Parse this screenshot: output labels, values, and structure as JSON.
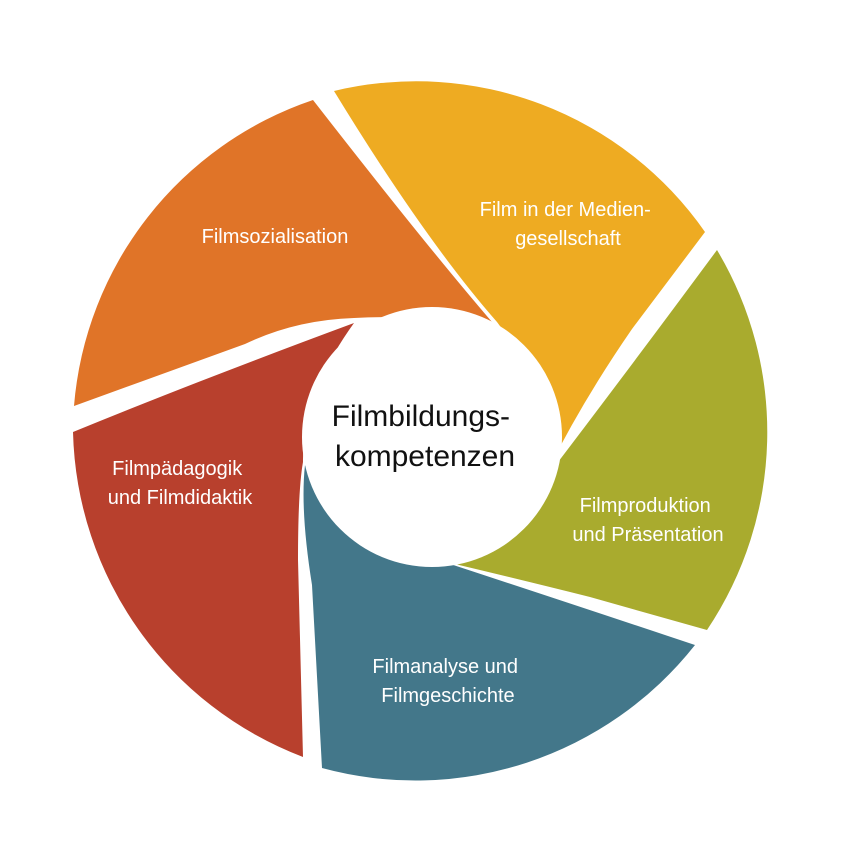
{
  "center": {
    "line1": "Filmbildungs-",
    "line2": "kompetenzen"
  },
  "segments": [
    {
      "color": "#E07428",
      "line1": "Filmsozialisation"
    },
    {
      "color": "#EEAB22",
      "line1": "Film in der Medien-",
      "line2": "gesellschaft"
    },
    {
      "color": "#A9AB2E",
      "line1": "Filmproduktion",
      "line2": "und Präsentation"
    },
    {
      "color": "#43778A",
      "line1": "Filmanalyse und",
      "line2": "Filmgeschichte"
    },
    {
      "color": "#B8402D",
      "line1": "Filmpädagogik",
      "line2": "und Filmdidaktik"
    }
  ]
}
